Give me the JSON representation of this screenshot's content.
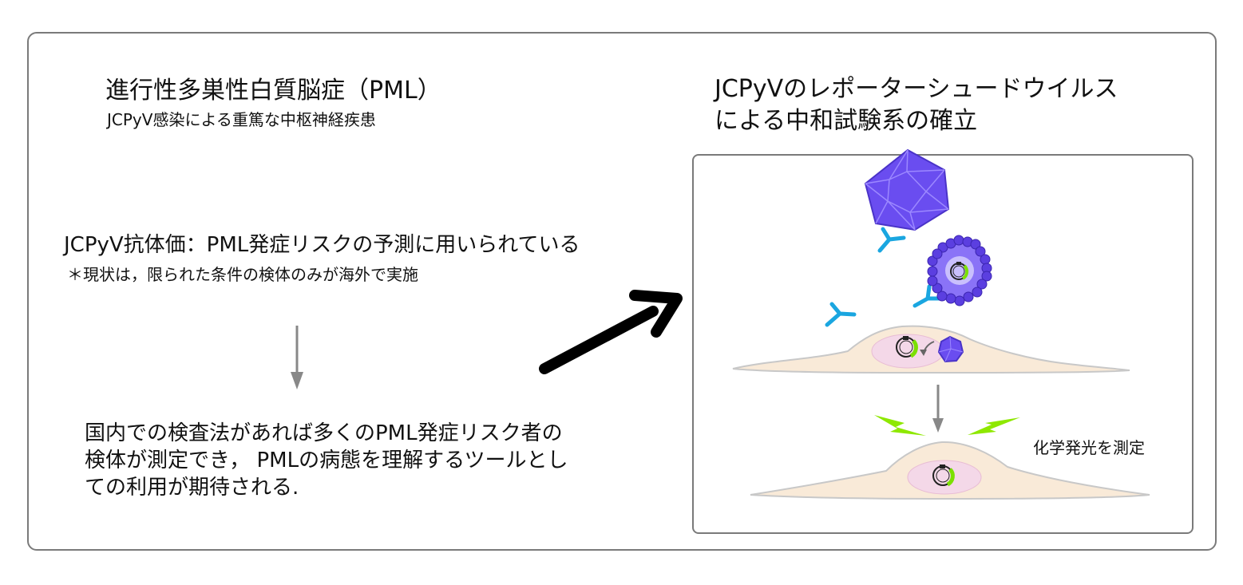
{
  "left": {
    "heading": "進行性多巣性白質脳症（PML）",
    "subheading": "JCPyV感染による重篤な中枢神経疾患",
    "antibody_line": "JCPyV抗体価：PML発症リスクの予測に用いられている",
    "antibody_note": "＊現状は，限られた条件の検体のみが海外で実施",
    "conclusion_lines": [
      "国内での検査法があれば多くのPML発症リスク者の",
      "検体が測定でき，  PMLの病態を理解するツールとし",
      "ての利用が期待される."
    ]
  },
  "right": {
    "heading_lines": [
      "JCPyVのレポーターシュードウイルス",
      "による中和試験系の確立"
    ],
    "luminescence_label": "化学発光を測定"
  },
  "colors": {
    "virus": "#6a4df0",
    "virus_dark": "#4a33c8",
    "antibody": "#1aa6e0",
    "cell": "#f9ead8",
    "nucleus": "#f4d8e8",
    "reporter": "#7be000",
    "flash": "#8ee800",
    "border": "#7a7a7a"
  }
}
